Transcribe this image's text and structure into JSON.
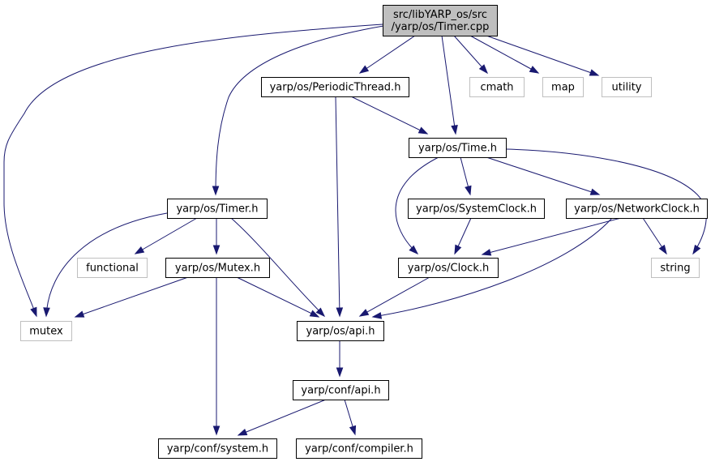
{
  "graph": {
    "colors": {
      "edge": "#191970",
      "root_fill": "#bfbfbf",
      "node_border": "#000000",
      "external_border": "#bfbfbf",
      "text": "#000000"
    },
    "nodes": [
      {
        "id": "timer-cpp",
        "lines": [
          "src/libYARP_os/src",
          "/yarp/os/Timer.cpp"
        ],
        "kind": "root"
      },
      {
        "id": "periodic-thread-h",
        "lines": [
          "yarp/os/PeriodicThread.h"
        ],
        "kind": "local"
      },
      {
        "id": "cmath",
        "lines": [
          "cmath"
        ],
        "kind": "external"
      },
      {
        "id": "map",
        "lines": [
          "map"
        ],
        "kind": "external"
      },
      {
        "id": "utility",
        "lines": [
          "utility"
        ],
        "kind": "external"
      },
      {
        "id": "time-h",
        "lines": [
          "yarp/os/Time.h"
        ],
        "kind": "local"
      },
      {
        "id": "timer-h",
        "lines": [
          "yarp/os/Timer.h"
        ],
        "kind": "local"
      },
      {
        "id": "system-clock-h",
        "lines": [
          "yarp/os/SystemClock.h"
        ],
        "kind": "local"
      },
      {
        "id": "network-clock-h",
        "lines": [
          "yarp/os/NetworkClock.h"
        ],
        "kind": "local"
      },
      {
        "id": "functional",
        "lines": [
          "functional"
        ],
        "kind": "external"
      },
      {
        "id": "mutex-h",
        "lines": [
          "yarp/os/Mutex.h"
        ],
        "kind": "local"
      },
      {
        "id": "clock-h",
        "lines": [
          "yarp/os/Clock.h"
        ],
        "kind": "local"
      },
      {
        "id": "string",
        "lines": [
          "string"
        ],
        "kind": "external"
      },
      {
        "id": "mutex",
        "lines": [
          "mutex"
        ],
        "kind": "external"
      },
      {
        "id": "os-api-h",
        "lines": [
          "yarp/os/api.h"
        ],
        "kind": "local"
      },
      {
        "id": "conf-api-h",
        "lines": [
          "yarp/conf/api.h"
        ],
        "kind": "local"
      },
      {
        "id": "conf-system-h",
        "lines": [
          "yarp/conf/system.h"
        ],
        "kind": "local"
      },
      {
        "id": "conf-compiler-h",
        "lines": [
          "yarp/conf/compiler.h"
        ],
        "kind": "local"
      }
    ],
    "edges": [
      {
        "from": "timer-cpp",
        "to": "periodic-thread-h"
      },
      {
        "from": "timer-cpp",
        "to": "cmath"
      },
      {
        "from": "timer-cpp",
        "to": "map"
      },
      {
        "from": "timer-cpp",
        "to": "utility"
      },
      {
        "from": "timer-cpp",
        "to": "time-h"
      },
      {
        "from": "timer-cpp",
        "to": "timer-h"
      },
      {
        "from": "timer-cpp",
        "to": "mutex"
      },
      {
        "from": "periodic-thread-h",
        "to": "time-h"
      },
      {
        "from": "periodic-thread-h",
        "to": "os-api-h"
      },
      {
        "from": "time-h",
        "to": "system-clock-h"
      },
      {
        "from": "time-h",
        "to": "network-clock-h"
      },
      {
        "from": "time-h",
        "to": "clock-h"
      },
      {
        "from": "time-h",
        "to": "string"
      },
      {
        "from": "system-clock-h",
        "to": "clock-h"
      },
      {
        "from": "network-clock-h",
        "to": "clock-h"
      },
      {
        "from": "network-clock-h",
        "to": "string"
      },
      {
        "from": "network-clock-h",
        "to": "os-api-h"
      },
      {
        "from": "clock-h",
        "to": "os-api-h"
      },
      {
        "from": "timer-h",
        "to": "functional"
      },
      {
        "from": "timer-h",
        "to": "mutex-h"
      },
      {
        "from": "timer-h",
        "to": "mutex"
      },
      {
        "from": "timer-h",
        "to": "os-api-h"
      },
      {
        "from": "mutex-h",
        "to": "mutex"
      },
      {
        "from": "mutex-h",
        "to": "os-api-h"
      },
      {
        "from": "mutex-h",
        "to": "conf-system-h"
      },
      {
        "from": "os-api-h",
        "to": "conf-api-h"
      },
      {
        "from": "conf-api-h",
        "to": "conf-system-h"
      },
      {
        "from": "conf-api-h",
        "to": "conf-compiler-h"
      }
    ]
  }
}
